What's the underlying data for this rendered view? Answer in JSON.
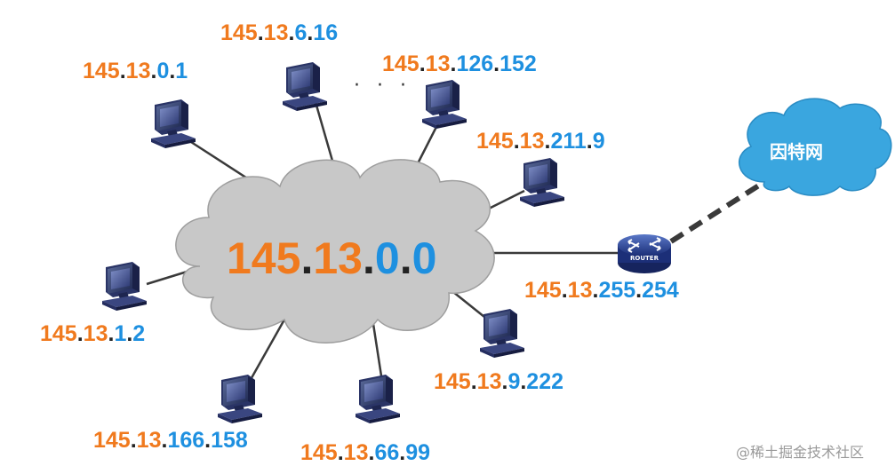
{
  "colors": {
    "orange": "#F07A1E",
    "blue": "#1E90E0",
    "black": "#222222",
    "cloud_gray": "#C8C8C8",
    "cloud_blue": "#3AA6DF"
  },
  "network": {
    "segments": [
      "145",
      ".",
      "13",
      ".",
      "0",
      ".",
      "0"
    ]
  },
  "hosts": [
    {
      "id": "h1",
      "segments": [
        "145",
        ".",
        "13",
        ".",
        "0",
        ".",
        "1"
      ]
    },
    {
      "id": "h2",
      "segments": [
        "145",
        ".",
        "13",
        ".",
        "6",
        ".",
        "16"
      ]
    },
    {
      "id": "h3",
      "segments": [
        "145",
        ".",
        "13",
        ".",
        "126",
        ".",
        "152"
      ]
    },
    {
      "id": "h4",
      "segments": [
        "145",
        ".",
        "13",
        ".",
        "211",
        ".",
        "9"
      ]
    },
    {
      "id": "h5",
      "segments": [
        "145",
        ".",
        "13",
        ".",
        "1",
        ".",
        "2"
      ]
    },
    {
      "id": "h6",
      "segments": [
        "145",
        ".",
        "13",
        ".",
        "9",
        ".",
        "222"
      ]
    },
    {
      "id": "h7",
      "segments": [
        "145",
        ".",
        "13",
        ".",
        "166",
        ".",
        "158"
      ]
    },
    {
      "id": "h8",
      "segments": [
        "145",
        ".",
        "13",
        ".",
        "66",
        ".",
        "99"
      ]
    }
  ],
  "router": {
    "label": "ROUTER",
    "segments": [
      "145",
      ".",
      "13",
      ".",
      "255",
      ".",
      "254"
    ]
  },
  "internet": {
    "label": "因特网"
  },
  "ellipsis": "· · ·",
  "watermark": "@稀土掘金技术社区"
}
